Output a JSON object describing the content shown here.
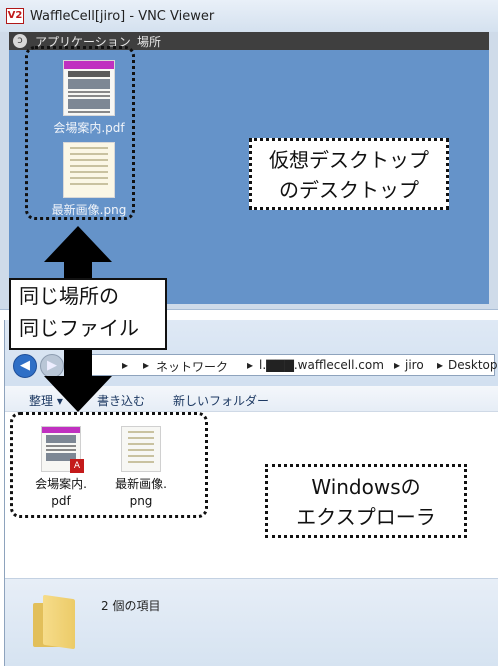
{
  "window": {
    "logo": "V2",
    "title": "WaffleCell[jiro] - VNC Viewer"
  },
  "gnome": {
    "logo": "ↄ",
    "menu1": "アプリケーション",
    "menu2": "場所"
  },
  "desktop_files": [
    {
      "name": "会場案内.pdf",
      "icon": "pdf-thumbnail"
    },
    {
      "name": "最新画像.png",
      "icon": "png-thumbnail"
    }
  ],
  "callouts": {
    "virtual_desktop": [
      "仮想デスクトップ",
      "のデスクトップ"
    ],
    "same_file": [
      "同じ場所の",
      "同じファイル"
    ],
    "explorer": [
      "Windowsの",
      "エクスプローラ"
    ]
  },
  "explorer": {
    "nav_back": "◀",
    "nav_forward": "▶",
    "breadcrumb": [
      {
        "sep": "▸",
        "label": ""
      },
      {
        "sep": "▸",
        "label": "ネットワーク"
      },
      {
        "sep": "▸",
        "label": "l.▇▇▇.wafflecell.com"
      },
      {
        "sep": "▸",
        "label": "jiro"
      },
      {
        "sep": "▸",
        "label": "Desktop"
      }
    ],
    "toolbar": {
      "organize": "整理 ▾",
      "burn": "書き込む",
      "new_folder": "新しいフォルダー"
    },
    "files": [
      {
        "line1": "会場案内.",
        "line2": "pdf",
        "badge": "A"
      },
      {
        "line1": "最新画像.",
        "line2": "png"
      }
    ],
    "status": "2 個の項目"
  },
  "colors": {
    "desktop_bg": "#6593c9",
    "callout_border": "#111111"
  }
}
